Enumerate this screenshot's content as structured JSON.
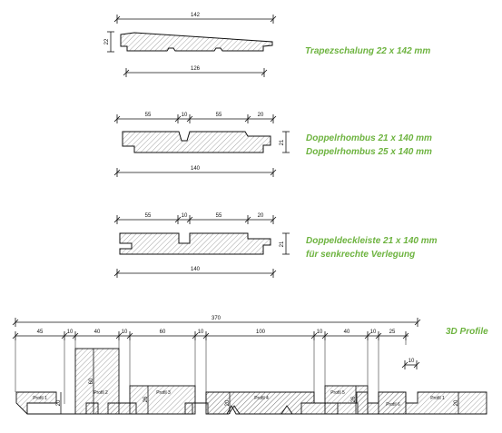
{
  "profile1": {
    "caption": "Trapezschalung 22 x 142 mm",
    "dims": {
      "top": "142",
      "height": "22",
      "bottom": "126"
    }
  },
  "profile2": {
    "caption_line1": "Doppelrhombus 21 x 140 mm",
    "caption_line2": "Doppelrhombus 25 x 140 mm",
    "dims": {
      "a": "55",
      "b": "10",
      "c": "55",
      "d": "20",
      "height": "21",
      "bottom": "140"
    }
  },
  "profile3": {
    "caption_line1": "Doppeldeckleiste 21 x 140 mm",
    "caption_line2": "für senkrechte Verlegung",
    "dims": {
      "a": "55",
      "b": "10",
      "c": "55",
      "d": "20",
      "height": "21",
      "bottom": "140"
    }
  },
  "profile3d": {
    "caption": "3D Profile",
    "total": "370",
    "segments": [
      "45",
      "10",
      "40",
      "10",
      "60",
      "10",
      "100",
      "10",
      "40",
      "10",
      "25"
    ],
    "legend_dim": "10",
    "heights": [
      "20",
      "60",
      "26",
      "20",
      "26",
      "20"
    ],
    "labels": [
      "Profil 1",
      "Profil 2",
      "Profil 3",
      "Profil 4",
      "Profil 5",
      "Profil 6",
      "Profil 1"
    ]
  },
  "colors": {
    "caption": "#6db33f",
    "line": "#111111",
    "hatch": "#555555"
  }
}
